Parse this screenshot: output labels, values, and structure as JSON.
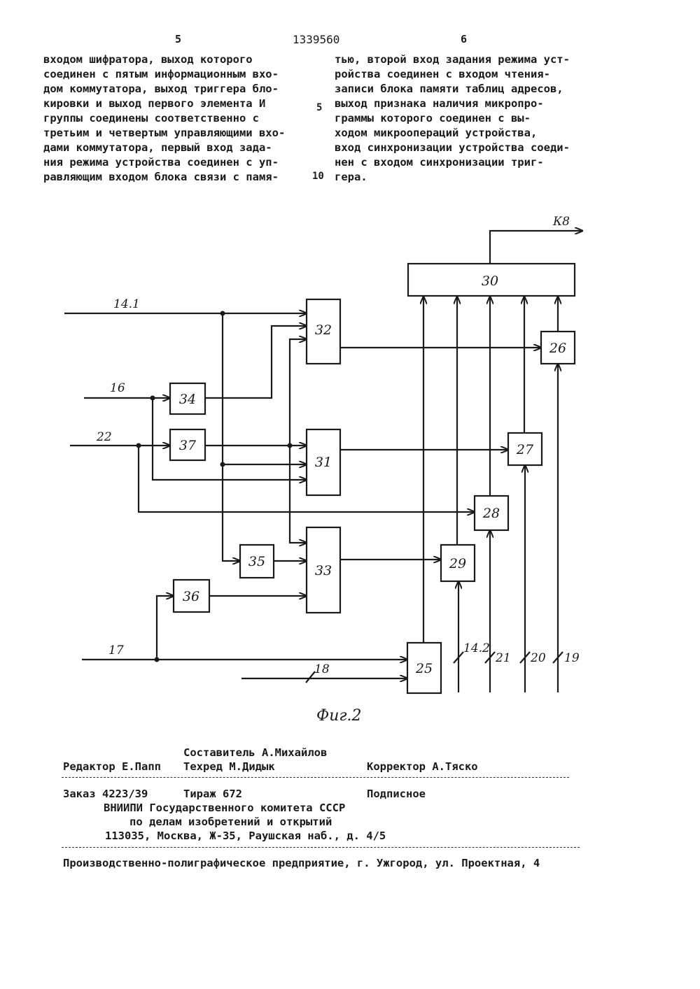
{
  "header": {
    "left_page": "5",
    "patent_number": "1339560",
    "right_page": "6"
  },
  "text": {
    "left_lines": [
      "входом шифратора, выход которого",
      "соединен с пятым информационным вхо-",
      "дом коммутатора, выход триггера бло-",
      "кировки и выход первого элемента И",
      "группы соединены соответственно с",
      "третьим и четвертым управляющими вхо-",
      "дами коммутатора, первый вход зада-",
      "ния режима устройства соединен с уп-",
      "равляющим входом блока связи с памя-"
    ],
    "right_lines": [
      "тью, второй вход задания режима уст-",
      "ройства соединен с входом чтения-",
      "записи блока памяти таблиц адресов,",
      "выход признака наличия микропро-",
      "граммы которого соединен с вы-",
      "ходом микроопераций устройства,",
      "вход синхронизации устройства соеди-",
      "нен с входом синхронизации триг-",
      "гера."
    ],
    "line_numbers": [
      "5",
      "10"
    ]
  },
  "figure": {
    "caption": "Фиг.2",
    "blocks": [
      "30",
      "32",
      "26",
      "34",
      "37",
      "31",
      "27",
      "28",
      "35",
      "33",
      "29",
      "36",
      "25"
    ],
    "signals": [
      "14.1",
      "16",
      "22",
      "17",
      "18",
      "14.2",
      "21",
      "20",
      "19",
      "К8"
    ]
  },
  "imprint": {
    "compiler": "Составитель А.Михайлов",
    "editor": "Редактор Е.Папп",
    "techred": "Техред М.Дидык",
    "corrector": "Корректор А.Тяско",
    "order": "Заказ 4223/39",
    "circulation": "Тираж 672",
    "subscription": "Подписное",
    "org1": "ВНИИПИ Государственного комитета СССР",
    "org2": "по делам изобретений и открытий",
    "address": "113035, Москва, Ж-35, Раушская наб., д. 4/5",
    "printer": "Производственно-полиграфическое предприятие, г. Ужгород, ул. Проектная, 4"
  }
}
